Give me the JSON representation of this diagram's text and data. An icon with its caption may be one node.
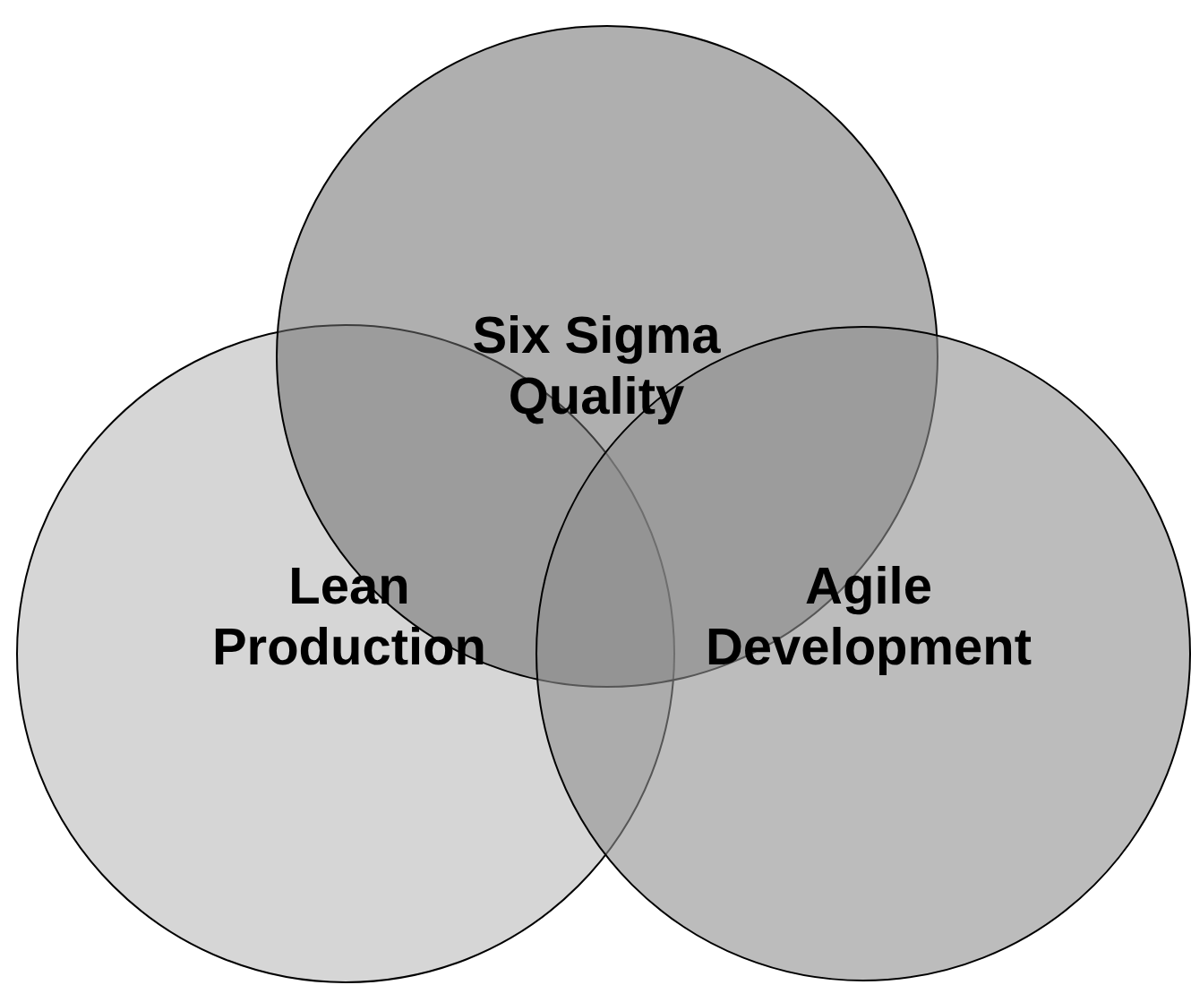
{
  "diagram": {
    "nodes": [
      {
        "text": [
          "Six Sigma Quality"
        ]
      },
      {
        "text": [
          "Lean Production"
        ]
      },
      {
        "text": [
          "Agile Development"
        ]
      }
    ]
  }
}
